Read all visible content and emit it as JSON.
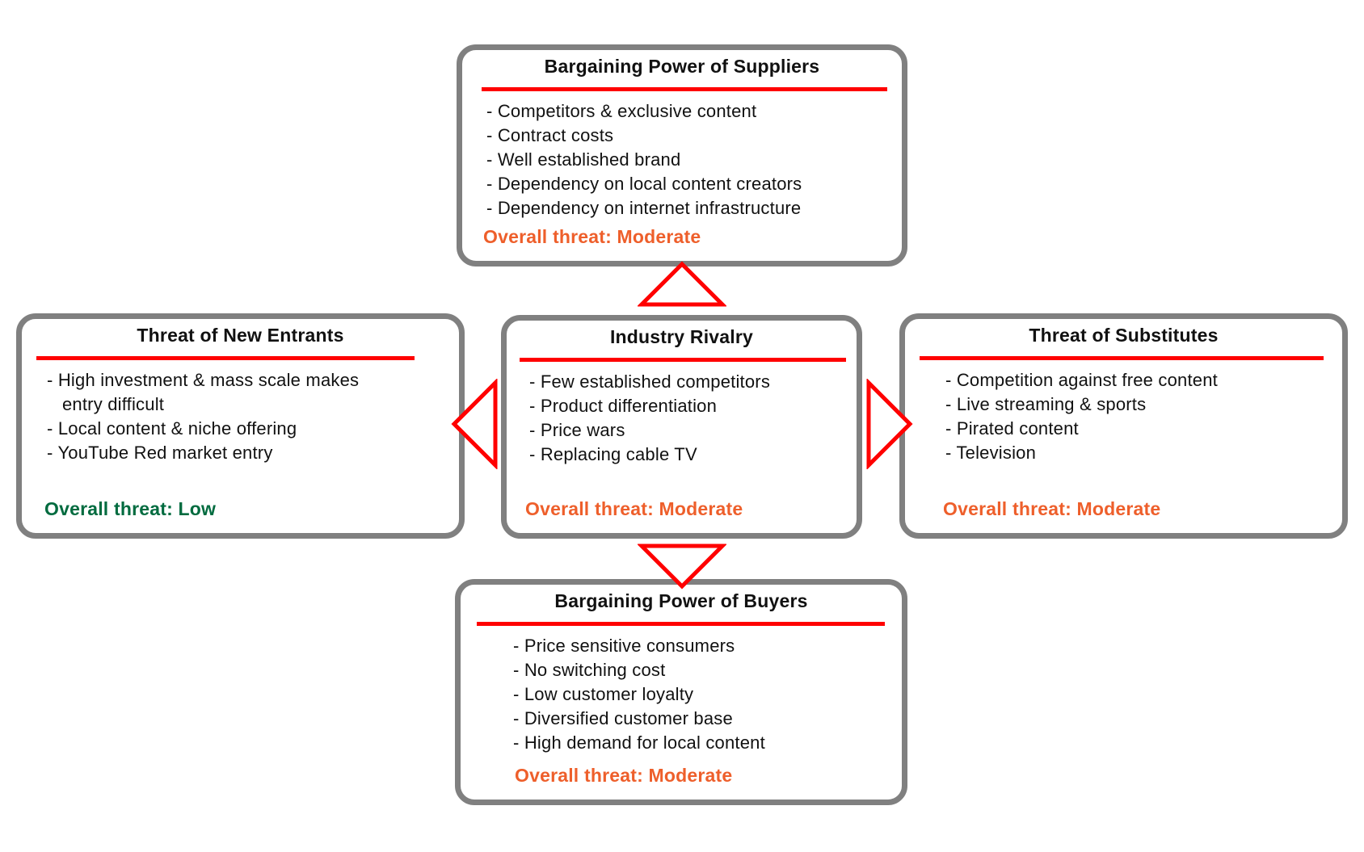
{
  "colors": {
    "box_border_gray": "#808080",
    "accent_red": "#FF0000",
    "threat_moderate_orange": "#EE5F2B",
    "threat_low_green": "#006B3F",
    "background": "#FFFFFF"
  },
  "forces": {
    "suppliers": {
      "title": "Bargaining Power of Suppliers",
      "items": [
        "- Competitors & exclusive content",
        "- Contract costs",
        "- Well established brand",
        "- Dependency on local content creators",
        "- Dependency on internet infrastructure"
      ],
      "threat": "Overall threat: Moderate",
      "threat_level": "Moderate"
    },
    "new_entrants": {
      "title": "Threat of New Entrants",
      "items": [
        "- High investment & mass scale makes\nentry difficult",
        "- Local content & niche offering",
        "- YouTube Red market entry"
      ],
      "threat": "Overall threat: Low",
      "threat_level": "Low"
    },
    "rivalry": {
      "title": "Industry Rivalry",
      "items": [
        "- Few established competitors",
        "- Product differentiation",
        "- Price wars",
        "- Replacing cable TV"
      ],
      "threat": "Overall threat: Moderate",
      "threat_level": "Moderate"
    },
    "substitutes": {
      "title": "Threat of Substitutes",
      "items": [
        "- Competition against free content",
        "- Live streaming & sports",
        "- Pirated content",
        "- Television"
      ],
      "threat": "Overall threat: Moderate",
      "threat_level": "Moderate"
    },
    "buyers": {
      "title": "Bargaining Power of Buyers",
      "items": [
        "- Price sensitive consumers",
        "- No switching cost",
        "- Low customer loyalty",
        "- Diversified customer base",
        "- High demand for local content"
      ],
      "threat": "Overall threat: Moderate",
      "threat_level": "Moderate"
    }
  }
}
